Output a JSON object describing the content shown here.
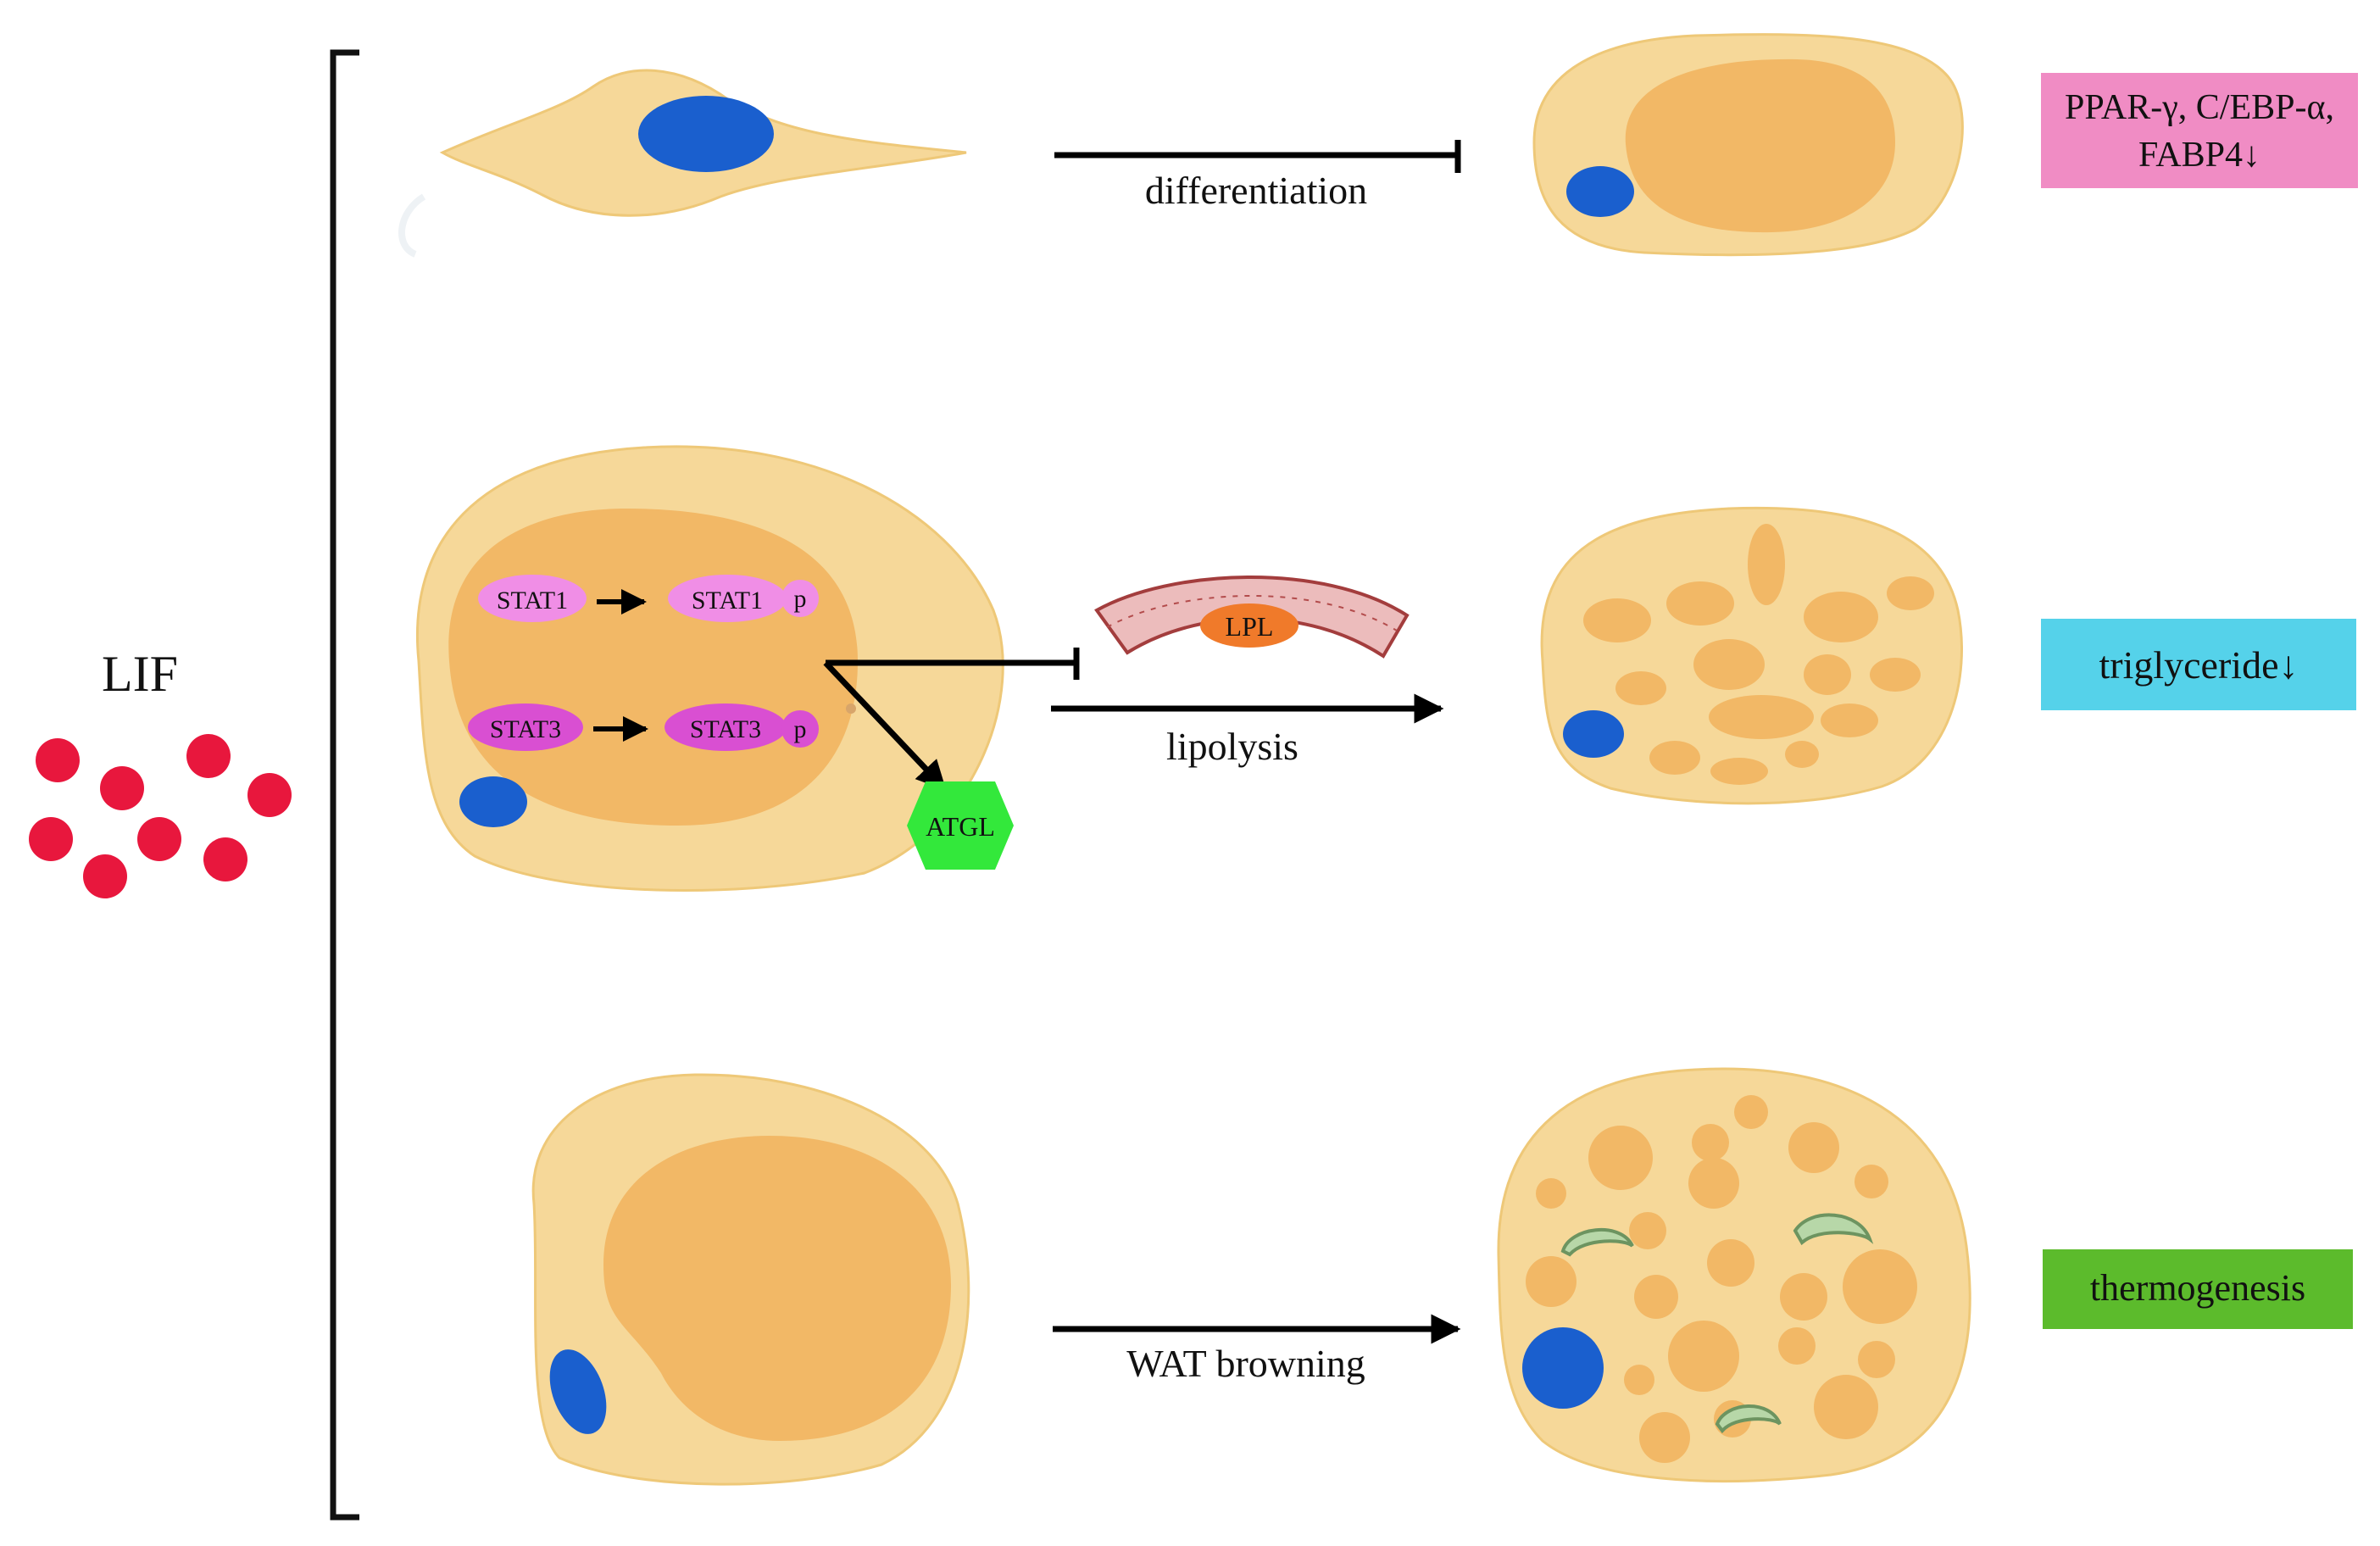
{
  "ligand": {
    "label": "LIF"
  },
  "rows": [
    {
      "arrow_label": "differentiation",
      "outcome": "PPAR-γ, C/EBP-α, FABP4↓",
      "outcome_line1": "PPAR-γ, C/EBP-α,",
      "outcome_line2": "FABP4↓"
    },
    {
      "arrow_label": "lipolysis",
      "outcome": "triglyceride↓"
    },
    {
      "arrow_label": "WAT browning",
      "outcome": "thermogenesis"
    }
  ],
  "signaling": {
    "stat1": "STAT1",
    "stat3": "STAT3",
    "phospho": "p",
    "atgl": "ATGL",
    "lpl": "LPL"
  },
  "colors": {
    "lif_dots": "#e8173d",
    "cell_body": "#f6d899",
    "lipid": "#f2b866",
    "nucleus": "#1a5fce",
    "stat1": "#f08ee6",
    "stat3": "#d94fd2",
    "atgl": "#33e83b",
    "lpl_enzyme": "#f07a2a",
    "vessel": "#ecbcbc",
    "mitochondria": "#b7d7a8",
    "badge_differentiation": "#f08cc4",
    "badge_triglyceride": "#55d2ea",
    "badge_thermogenesis": "#5cbb2c"
  }
}
